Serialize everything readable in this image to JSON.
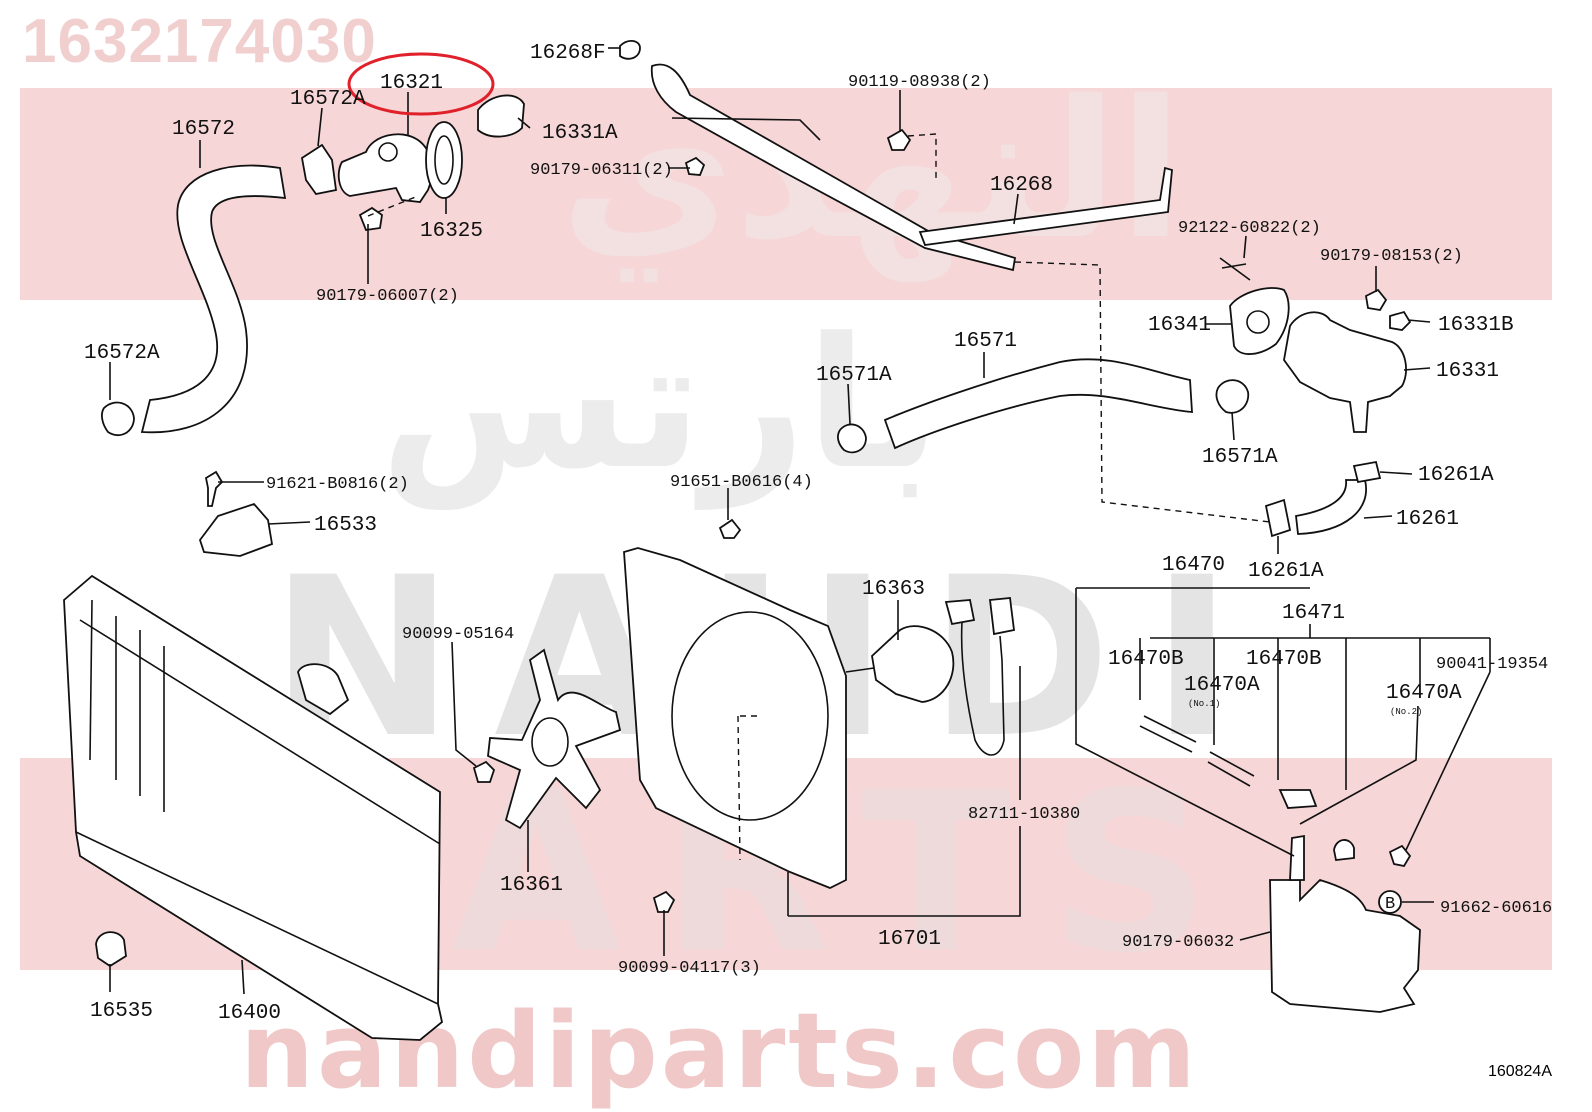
{
  "watermark": {
    "part_number": "1632174030",
    "arabic_line1": "النهدي",
    "arabic_line2": "بارتس",
    "latin_line1": "NAHDI",
    "latin_line2": "PARTS",
    "site": "nahdiparts.com"
  },
  "diagram_id": "160824A",
  "highlight_color": "#e0202a",
  "band_color": "#f6d6d6",
  "callouts": {
    "c16321": "16321",
    "c16572A_top": "16572A",
    "c16268F": "16268F",
    "c16331A": "16331A",
    "c90119_08938": "90119-08938(2)",
    "c16572": "16572",
    "c90179_06311": "90179-06311(2)",
    "c16325": "16325",
    "c16268": "16268",
    "c92122_60822": "92122-60822(2)",
    "c90179_08153": "90179-08153(2)",
    "c90179_06007": "90179-06007(2)",
    "c16341": "16341",
    "c16331B": "16331B",
    "c16571": "16571",
    "c16572A_left": "16572A",
    "c16571A_left": "16571A",
    "c16331": "16331",
    "c16571A_right": "16571A",
    "c16261A_top": "16261A",
    "c91621_B0816": "91621-B0816(2)",
    "c91651_B0616": "91651-B0616(4)",
    "c16533": "16533",
    "c16261": "16261",
    "c16261A_bottom": "16261A",
    "c16470": "16470",
    "c16363": "16363",
    "c16471": "16471",
    "c90099_05164": "90099-05164",
    "c16470B_left": "16470B",
    "c16470B_right": "16470B",
    "c90041_19354": "90041-19354",
    "c16470A_no1": "16470A",
    "no1": "(No.1)",
    "c16470A_no2": "16470A",
    "no2": "(No.2)",
    "c82711_10380": "82711-10380",
    "c16361": "16361",
    "c91662_60616": "91662-60616",
    "badge_b": "B",
    "c90179_06032": "90179-06032",
    "c16701": "16701",
    "c90099_04117": "90099-04117(3)",
    "c16535": "16535",
    "c16400": "16400"
  }
}
